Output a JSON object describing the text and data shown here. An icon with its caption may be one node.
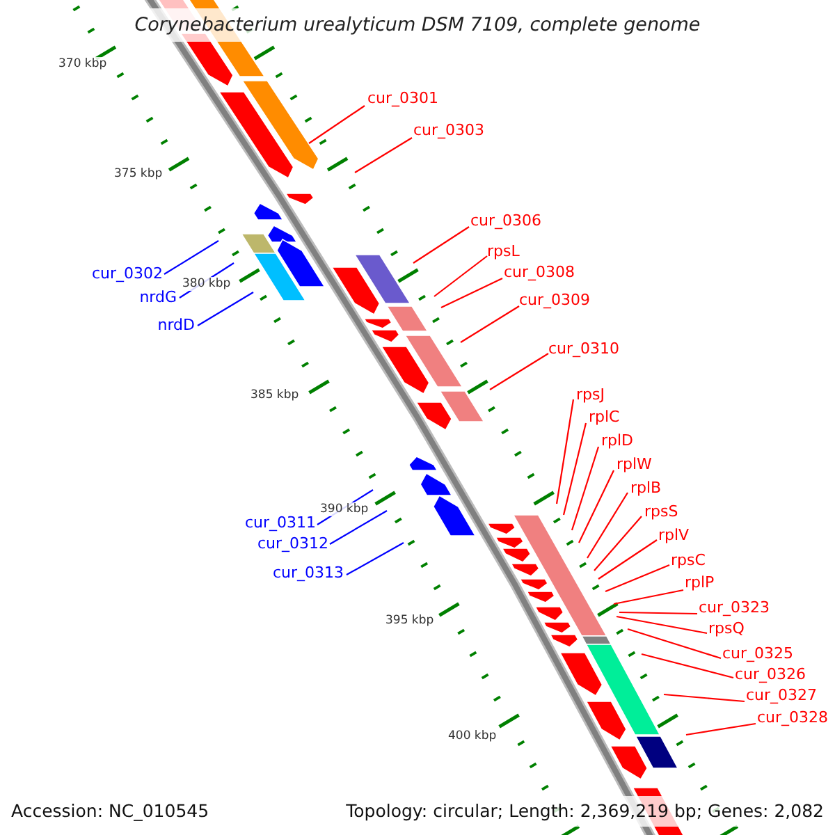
{
  "diagram": {
    "title": "Corynebacterium urealyticum DSM 7109, complete genome",
    "nodes": [
      {
        "text": [
          "cur_0301"
        ]
      },
      {
        "text": [
          "cur_0303"
        ]
      },
      {
        "text": [
          "cur_0306"
        ]
      },
      {
        "text": [
          "rpsL"
        ]
      },
      {
        "text": [
          "cur_0302"
        ]
      },
      {
        "text": [
          "cur_0308"
        ]
      },
      {
        "text": [
          "nrdG"
        ]
      },
      {
        "text": [
          "cur_0309"
        ]
      },
      {
        "text": [
          "nrdD"
        ]
      },
      {
        "text": [
          "cur_0310"
        ]
      },
      {
        "text": [
          "rpsJ"
        ]
      },
      {
        "text": [
          "rplC"
        ]
      },
      {
        "text": [
          "rplD"
        ]
      },
      {
        "text": [
          "rplW"
        ]
      },
      {
        "text": [
          "rplB"
        ]
      },
      {
        "text": [
          "rpsS"
        ]
      },
      {
        "text": [
          "cur_0311"
        ]
      },
      {
        "text": [
          "rplV"
        ]
      },
      {
        "text": [
          "cur_0312"
        ]
      },
      {
        "text": [
          "rpsC"
        ]
      },
      {
        "text": [
          "cur_0313"
        ]
      },
      {
        "text": [
          "rplP"
        ]
      },
      {
        "text": [
          "cur_0323"
        ]
      },
      {
        "text": [
          "rpsQ"
        ]
      },
      {
        "text": [
          "cur_0325"
        ]
      },
      {
        "text": [
          "cur_0326"
        ]
      },
      {
        "text": [
          "cur_0327"
        ]
      },
      {
        "text": [
          "cur_0328"
        ]
      }
    ],
    "edges": [
      {
        "from": 0,
        "to": null,
        "arrow": "none"
      },
      {
        "from": 1,
        "to": null,
        "arrow": "none"
      },
      {
        "from": 2,
        "to": null,
        "arrow": "none"
      },
      {
        "from": 3,
        "to": null,
        "arrow": "none"
      },
      {
        "from": 4,
        "to": null,
        "arrow": "none",
        "color": "#0000ff"
      },
      {
        "from": 5,
        "to": null,
        "arrow": "none"
      },
      {
        "from": 6,
        "to": null,
        "arrow": "none",
        "color": "#0000ff"
      },
      {
        "from": 7,
        "to": null,
        "arrow": "none"
      },
      {
        "from": 8,
        "to": null,
        "arrow": "none",
        "color": "#0000ff"
      },
      {
        "from": 9,
        "to": null,
        "arrow": "none"
      },
      {
        "from": 10,
        "to": null,
        "arrow": "none"
      },
      {
        "from": 11,
        "to": null,
        "arrow": "none"
      },
      {
        "from": 12,
        "to": null,
        "arrow": "none"
      },
      {
        "from": 13,
        "to": null,
        "arrow": "none"
      },
      {
        "from": 14,
        "to": null,
        "arrow": "none"
      },
      {
        "from": 15,
        "to": null,
        "arrow": "none"
      },
      {
        "from": 16,
        "to": null,
        "arrow": "none",
        "color": "#0000ff"
      },
      {
        "from": 17,
        "to": null,
        "arrow": "none"
      },
      {
        "from": 18,
        "to": null,
        "arrow": "none",
        "color": "#0000ff"
      },
      {
        "from": 19,
        "to": null,
        "arrow": "none"
      },
      {
        "from": 20,
        "to": null,
        "arrow": "none",
        "color": "#0000ff"
      },
      {
        "from": 21,
        "to": null,
        "arrow": "none"
      },
      {
        "from": 22,
        "to": null,
        "arrow": "none"
      },
      {
        "from": 23,
        "to": null,
        "arrow": "none"
      },
      {
        "from": 24,
        "to": null,
        "arrow": "none"
      },
      {
        "from": 25,
        "to": null,
        "arrow": "none"
      },
      {
        "from": 26,
        "to": null,
        "arrow": "none"
      },
      {
        "from": 27,
        "to": null,
        "arrow": "none"
      }
    ],
    "labels": [
      "370 kbp",
      "375 kbp",
      "380 kbp",
      "385 kbp",
      "390 kbp",
      "395 kbp",
      "400 kbp",
      "Accession: NC_010545",
      "Topology: circular; Length: 2,369,219 bp; Genes: 2,082"
    ]
  }
}
